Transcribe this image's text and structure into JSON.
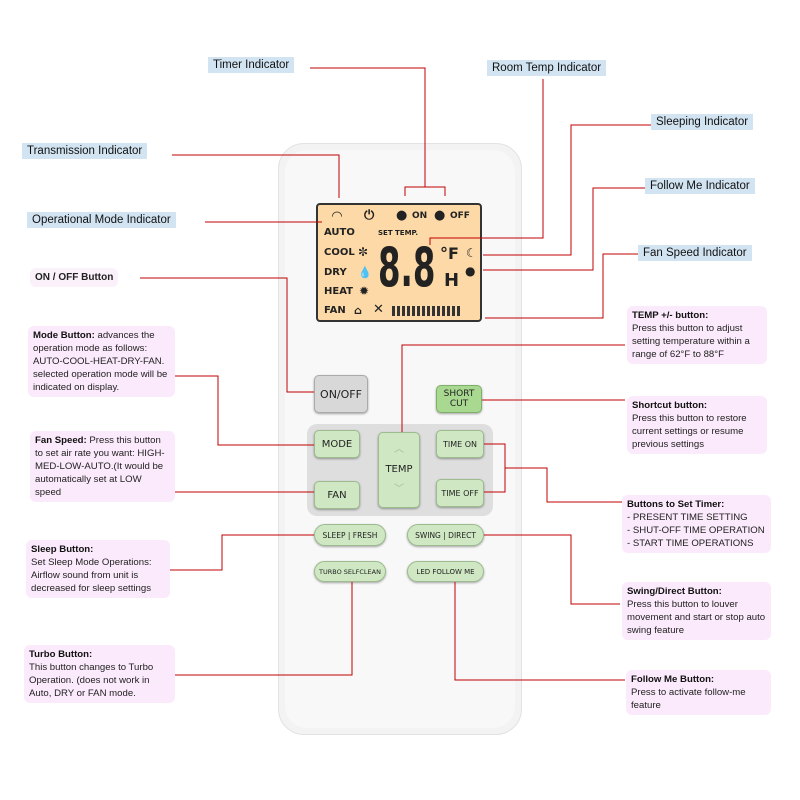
{
  "labels": {
    "timer": "Timer Indicator",
    "room_temp": "Room Temp Indicator",
    "sleeping": "Sleeping Indicator",
    "transmission": "Transmission Indicator",
    "follow_me": "Follow Me Indicator",
    "op_mode": "Operational Mode Indicator",
    "fan_speed": "Fan Speed Indicator",
    "onoff": "ON / OFF Button"
  },
  "notes": {
    "mode": {
      "title": "Mode Button:",
      "text": "advances the operation mode as follows: AUTO-COOL-HEAT-DRY-FAN. selected operation mode will be indicated on display."
    },
    "fan": {
      "title": "Fan Speed:",
      "text": "Press this button to set air rate you want: HIGH-MED-LOW-AUTO.(It would be automatically set at LOW speed"
    },
    "sleep": {
      "title": "Sleep Button:",
      "text": "Set Sleep Mode Operations: Airflow sound from unit is decreased for sleep settings"
    },
    "turbo": {
      "title": "Turbo Button:",
      "text": "This button changes to Turbo Operation.  (does not work in Auto, DRY or FAN mode."
    },
    "temp": {
      "title": "TEMP +/- button:",
      "text": "Press this button to adjust setting temperature within a range of 62°F to 88°F"
    },
    "shortcut": {
      "title": "Shortcut button:",
      "text": "Press this button to restore current settings or resume previous settings"
    },
    "timer": {
      "title": "Buttons to Set Timer:",
      "lines": [
        "- PRESENT TIME SETTING",
        "- SHUT-OFF TIME OPERATION",
        "- START TIME OPERATIONS"
      ]
    },
    "swing": {
      "title": "Swing/Direct Button:",
      "text": "Press this button to louver movement and start or stop auto swing feature"
    },
    "followme": {
      "title": "Follow Me Button:",
      "text": "Press to activate follow-me feature"
    }
  },
  "lcd": {
    "on": "ON",
    "off": "OFF",
    "auto": "AUTO",
    "set_temp": "SET TEMP.",
    "cool": "COOL",
    "dry": "DRY",
    "heat": "HEAT",
    "fan": "FAN",
    "digits": "8.8",
    "unit_f": "°F",
    "unit_h": "H"
  },
  "buttons": {
    "onoff": "ON/OFF",
    "shortcut_1": "SHORT",
    "shortcut_2": "CUT",
    "mode": "MODE",
    "fan": "FAN",
    "temp": "TEMP",
    "time_on": "TIME ON",
    "time_off": "TIME OFF",
    "sleep": "SLEEP | FRESH",
    "swing": "SWING | DIRECT",
    "turbo": "TURBO SELFCLEAN",
    "led": "LED  FOLLOW ME"
  },
  "colors": {
    "leader_line": "#c00000",
    "label_bg": "#d2e4f2",
    "note_bg": "#fbeafb",
    "lcd_bg": "#fcd9a6",
    "button_green": "#cfe8c3"
  }
}
